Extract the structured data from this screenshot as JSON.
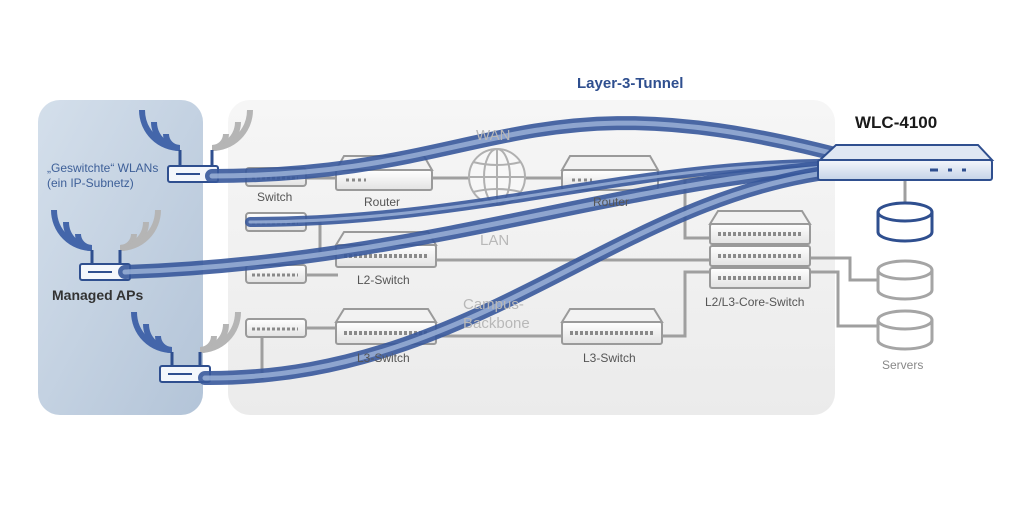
{
  "labels": {
    "tunnel": "Layer-3-Tunnel",
    "controller": "WLC-4100",
    "switched_wlans_line1": "„Geswitchte“ WLANs",
    "switched_wlans_line2": "(ein IP-Subnetz)",
    "managed_aps": "Managed APs",
    "switch": "Switch",
    "router_left": "Router",
    "router_right": "Router",
    "wan": "WAN",
    "lan": "LAN",
    "l2_switch": "L2-Switch",
    "campus_line1": "Campus-",
    "campus_line2": "Backbone",
    "l3_switch_left": "L3-Switch",
    "l3_switch_right": "L3-Switch",
    "core_switch": "L2/L3-Core-Switch",
    "servers": "Servers"
  },
  "colors": {
    "tunnel_blue": "#3a5a9e",
    "wifi_blue": "#4466aa",
    "ap_zone": "#c4d2e2",
    "network_zone": "#f1f1f1",
    "device_grey": "#9a9a9a",
    "label_blue": "#2f4f8f"
  },
  "icons": [
    "wifi-signal-icon",
    "access-point-icon",
    "switch-icon",
    "router-icon",
    "globe-icon",
    "database-icon",
    "controller-icon"
  ]
}
